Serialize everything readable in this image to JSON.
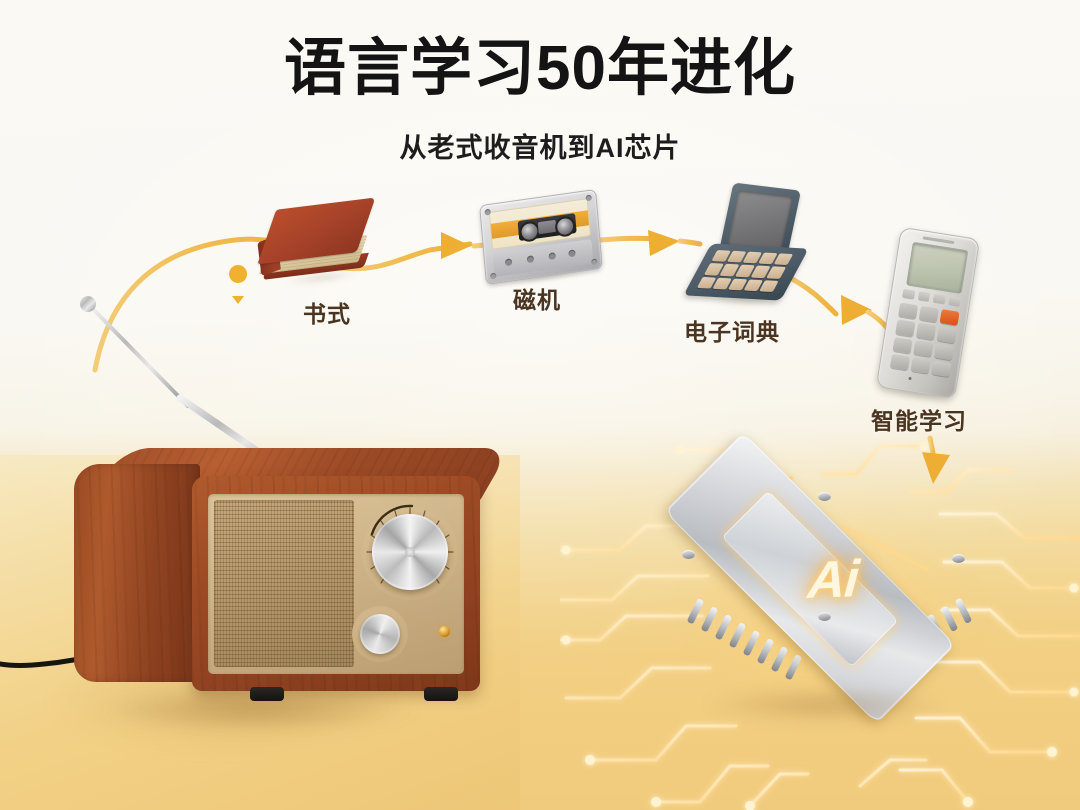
{
  "header": {
    "title": "语言学习50年进化",
    "subtitle": "从老式收音机到AI芯片"
  },
  "timeline": {
    "items": [
      {
        "id": "book",
        "label": "书式",
        "icon": "book-icon"
      },
      {
        "id": "cassette",
        "label": "磁机",
        "icon": "cassette-tape-icon"
      },
      {
        "id": "dictionary",
        "label": "电子词典",
        "icon": "electronic-dictionary-icon"
      },
      {
        "id": "pda",
        "label": "智能学习",
        "icon": "pda-device-icon"
      }
    ]
  },
  "objects": {
    "radio": {
      "name": "vintage-radio",
      "parts": [
        "antenna",
        "wooden-cabinet",
        "speaker-grille",
        "tuning-dial",
        "volume-knob",
        "indicator-led",
        "power-cord"
      ]
    },
    "chip": {
      "name": "ai-chip",
      "logo_text": "Ai",
      "parts": [
        "chip-package",
        "chip-die",
        "pin-array",
        "circuit-traces",
        "corner-screws"
      ]
    }
  },
  "colors": {
    "background_top": "#faf8f3",
    "background_bottom": "#f1cb7d",
    "title_text": "#141414",
    "label_text": "#4b3520",
    "arrow_amber": "#edab2f",
    "path_amber": "#f0bd55",
    "wood_brown": "#9d4a24",
    "chip_silver": "#d8dade",
    "glow_gold": "#ffd27a",
    "accent_orange": "#e05a1e"
  }
}
